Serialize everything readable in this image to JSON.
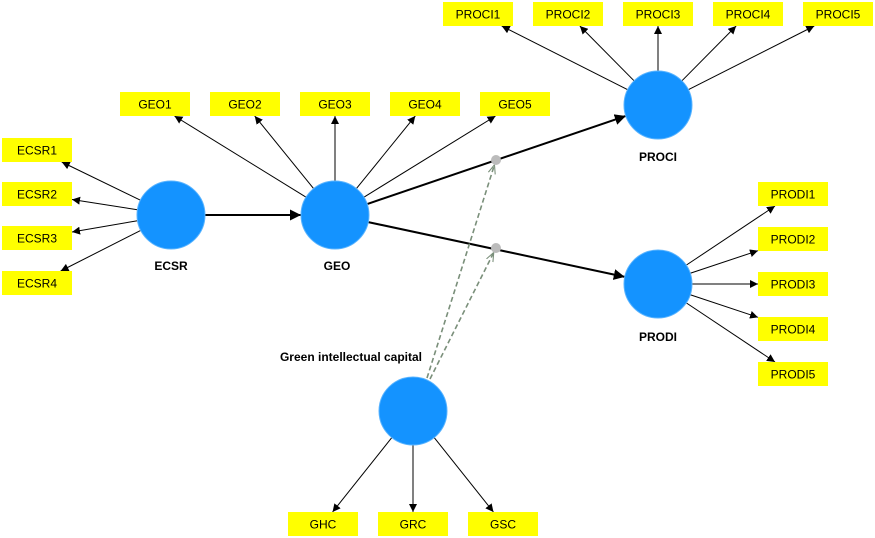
{
  "diagram": {
    "type": "path-model",
    "colors": {
      "construct_fill": "#1493FF",
      "indicator_fill": "#FFFF00",
      "path_stroke": "#000000",
      "moderator_stroke": "#7A8F7A",
      "moderator_point": "#BBBBBB"
    },
    "constructs": [
      {
        "id": "ECSR",
        "label": "ECSR"
      },
      {
        "id": "GEO",
        "label": "GEO"
      },
      {
        "id": "PROCI",
        "label": "PROCI"
      },
      {
        "id": "PRODI",
        "label": "PRODI"
      },
      {
        "id": "GIC",
        "label": "Green  intellectual capital"
      }
    ],
    "indicators": [
      {
        "label": "ECSR1",
        "construct": "ECSR"
      },
      {
        "label": "ECSR2",
        "construct": "ECSR"
      },
      {
        "label": "ECSR3",
        "construct": "ECSR"
      },
      {
        "label": "ECSR4",
        "construct": "ECSR"
      },
      {
        "label": "GEO1",
        "construct": "GEO"
      },
      {
        "label": "GEO2",
        "construct": "GEO"
      },
      {
        "label": "GEO3",
        "construct": "GEO"
      },
      {
        "label": "GEO4",
        "construct": "GEO"
      },
      {
        "label": "GEO5",
        "construct": "GEO"
      },
      {
        "label": "PROCI1",
        "construct": "PROCI"
      },
      {
        "label": "PROCI2",
        "construct": "PROCI"
      },
      {
        "label": "PROCI3",
        "construct": "PROCI"
      },
      {
        "label": "PROCI4",
        "construct": "PROCI"
      },
      {
        "label": "PROCI5",
        "construct": "PROCI"
      },
      {
        "label": "PRODI1",
        "construct": "PRODI"
      },
      {
        "label": "PRODI2",
        "construct": "PRODI"
      },
      {
        "label": "PRODI3",
        "construct": "PRODI"
      },
      {
        "label": "PRODI4",
        "construct": "PRODI"
      },
      {
        "label": "PRODI5",
        "construct": "PRODI"
      },
      {
        "label": "GHC",
        "construct": "GIC"
      },
      {
        "label": "GRC",
        "construct": "GIC"
      },
      {
        "label": "GSC",
        "construct": "GIC"
      }
    ],
    "paths": [
      {
        "from": "ECSR",
        "to": "GEO"
      },
      {
        "from": "GEO",
        "to": "PROCI"
      },
      {
        "from": "GEO",
        "to": "PRODI"
      }
    ],
    "moderations": [
      {
        "moderator": "GIC",
        "path": "GEO->PROCI"
      },
      {
        "moderator": "GIC",
        "path": "GEO->PRODI"
      }
    ]
  }
}
